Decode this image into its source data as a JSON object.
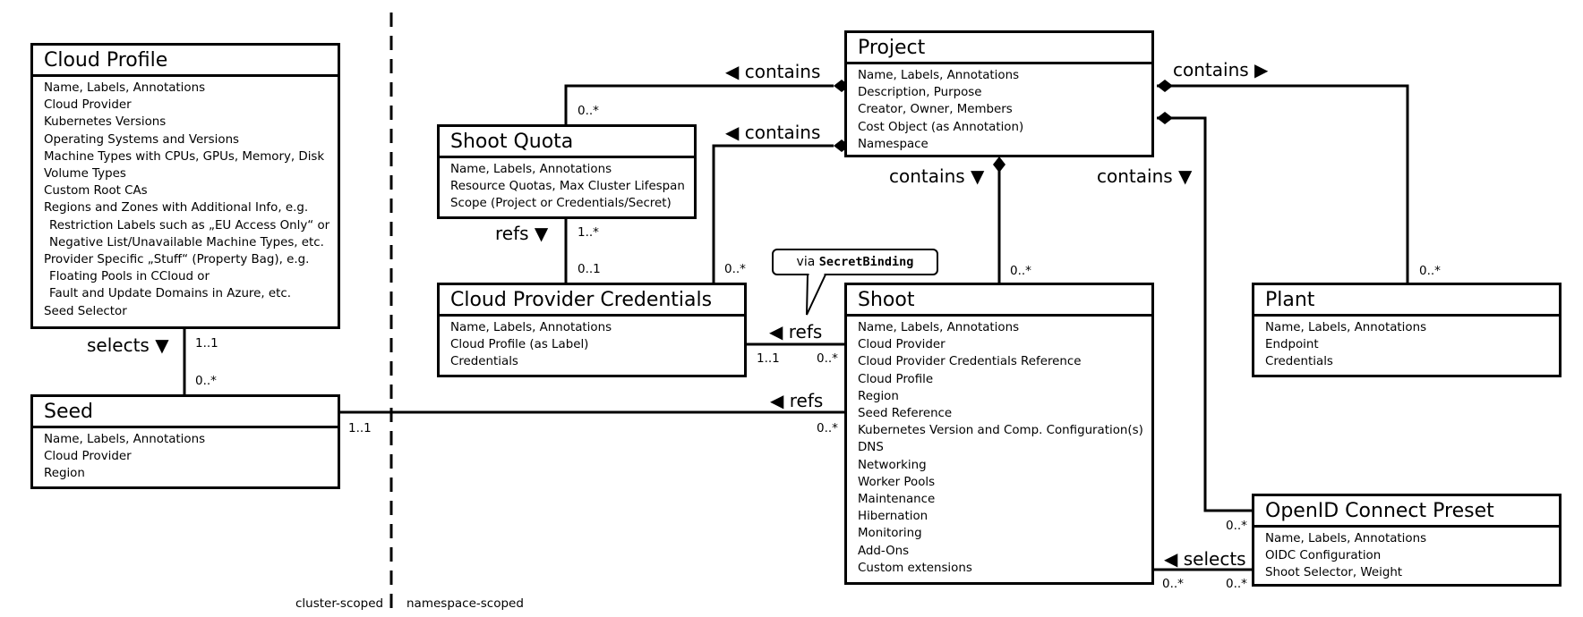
{
  "boxes": {
    "cloud_profile": {
      "title": "Cloud Profile",
      "attrs": [
        "Name, Labels, Annotations",
        "Cloud Provider",
        "Kubernetes Versions",
        "Operating Systems and Versions",
        "Machine Types with CPUs, GPUs, Memory, Disk",
        "Volume Types",
        "Custom Root CAs",
        "Regions and Zones with Additional Info, e.g.",
        "Restriction Labels such as „EU Access Only“ or",
        "Negative List/Unavailable Machine Types, etc.",
        "Provider Specific „Stuff“ (Property Bag), e.g.",
        "Floating Pools in CCloud or",
        "Fault and Update Domains in Azure, etc.",
        "Seed Selector"
      ]
    },
    "seed": {
      "title": "Seed",
      "attrs": [
        "Name, Labels, Annotations",
        "Cloud Provider",
        "Region"
      ]
    },
    "shoot_quota": {
      "title": "Shoot Quota",
      "attrs": [
        "Name, Labels, Annotations",
        "Resource Quotas, Max Cluster Lifespan",
        "Scope (Project or Credentials/Secret)"
      ]
    },
    "cloud_provider_credentials": {
      "title": "Cloud Provider Credentials",
      "attrs": [
        "Name, Labels, Annotations",
        "Cloud Profile (as Label)",
        "Credentials"
      ]
    },
    "project": {
      "title": "Project",
      "attrs": [
        "Name, Labels, Annotations",
        "Description, Purpose",
        "Creator, Owner, Members",
        "Cost Object (as Annotation)",
        "Namespace"
      ]
    },
    "shoot": {
      "title": "Shoot",
      "attrs": [
        "Name, Labels, Annotations",
        "Cloud Provider",
        "Cloud Provider Credentials Reference",
        "Cloud Profile",
        "Region",
        "Seed Reference",
        "Kubernetes Version and Comp. Configuration(s)",
        "DNS",
        "Networking",
        "Worker Pools",
        "Maintenance",
        "Hibernation",
        "Monitoring",
        "Add-Ons",
        "Custom extensions"
      ]
    },
    "plant": {
      "title": "Plant",
      "attrs": [
        "Name, Labels, Annotations",
        "Endpoint",
        "Credentials"
      ]
    },
    "oidc_preset": {
      "title": "OpenID Connect Preset",
      "attrs": [
        "Name, Labels, Annotations",
        "OIDC Configuration",
        "Shoot Selector, Weight"
      ]
    }
  },
  "relations": {
    "selects_seed": "selects ▼",
    "contains_quota": "◀ contains",
    "contains_creds": "◀ contains",
    "contains_plant": "contains ▶",
    "contains_shoot": "contains ▼",
    "contains_oidc": "contains ▼",
    "refs_quota": "refs ▼",
    "refs_creds": "◀ refs",
    "refs_seed": "◀ refs",
    "selects_oidc": "◀ selects"
  },
  "multiplicities": {
    "cp_seed_top": "1..1",
    "cp_seed_bottom": "0..*",
    "seed_shoot_left": "1..1",
    "seed_shoot_right": "0..*",
    "project_quota": "0..*",
    "quota_refs_top": "1..*",
    "quota_refs_bottom": "0..1",
    "project_creds": "0..*",
    "creds_shoot_left": "1..1",
    "creds_shoot_right": "0..*",
    "project_shoot": "0..*",
    "project_plant": "0..*",
    "project_oidc": "0..*",
    "shoot_oidc_left": "0..*",
    "shoot_oidc_right": "0..*"
  },
  "callout": {
    "prefix": "via",
    "code": "SecretBinding"
  },
  "scope": {
    "left": "cluster-scoped",
    "right": "namespace-scoped"
  }
}
